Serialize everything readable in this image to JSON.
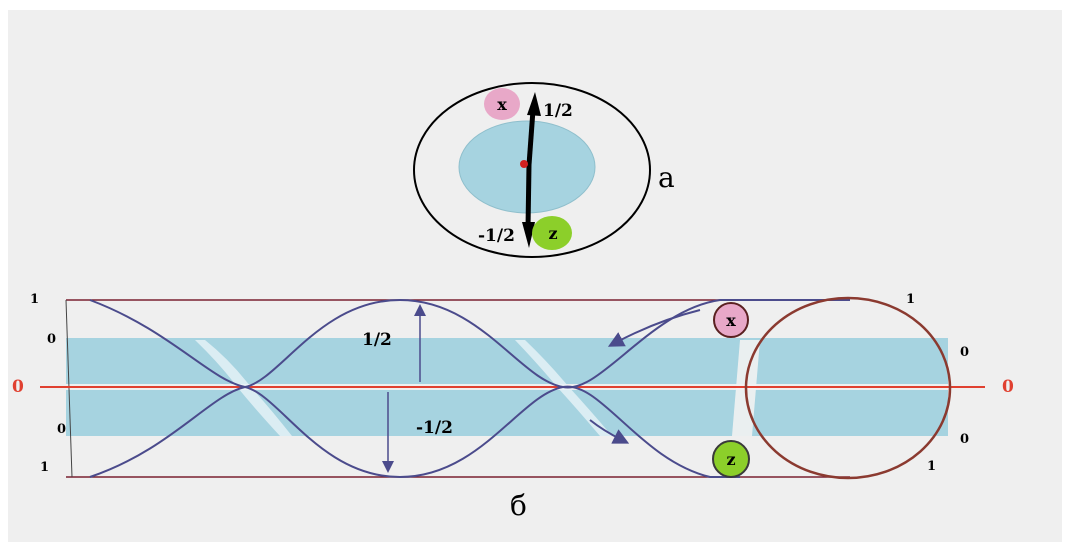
{
  "diagram_a": {
    "spin_up_label": "1/2",
    "spin_down_label": "-1/2",
    "particle_x": "x",
    "particle_z": "z",
    "caption": "а"
  },
  "diagram_b": {
    "left_top_one": "1",
    "left_top_zero": "0",
    "left_axis_zero": "0",
    "left_bottom_zero": "0",
    "left_bottom_one": "1",
    "right_top_one": "1",
    "right_top_zero": "0",
    "right_axis_zero": "0",
    "right_bottom_zero": "0",
    "right_bottom_one": "1",
    "upper_amplitude": "1/2",
    "lower_amplitude": "-1/2",
    "particle_x": "x",
    "particle_z": "z",
    "caption": "б"
  },
  "colors": {
    "background": "#efefef",
    "band": "#a6d3e0",
    "helix": "#4b4b8c",
    "axis": "#e04030",
    "ring": "#8b3a30",
    "particle_x": "#e8a8c8",
    "particle_z": "#8ccf2a",
    "arrow": "#000000"
  }
}
